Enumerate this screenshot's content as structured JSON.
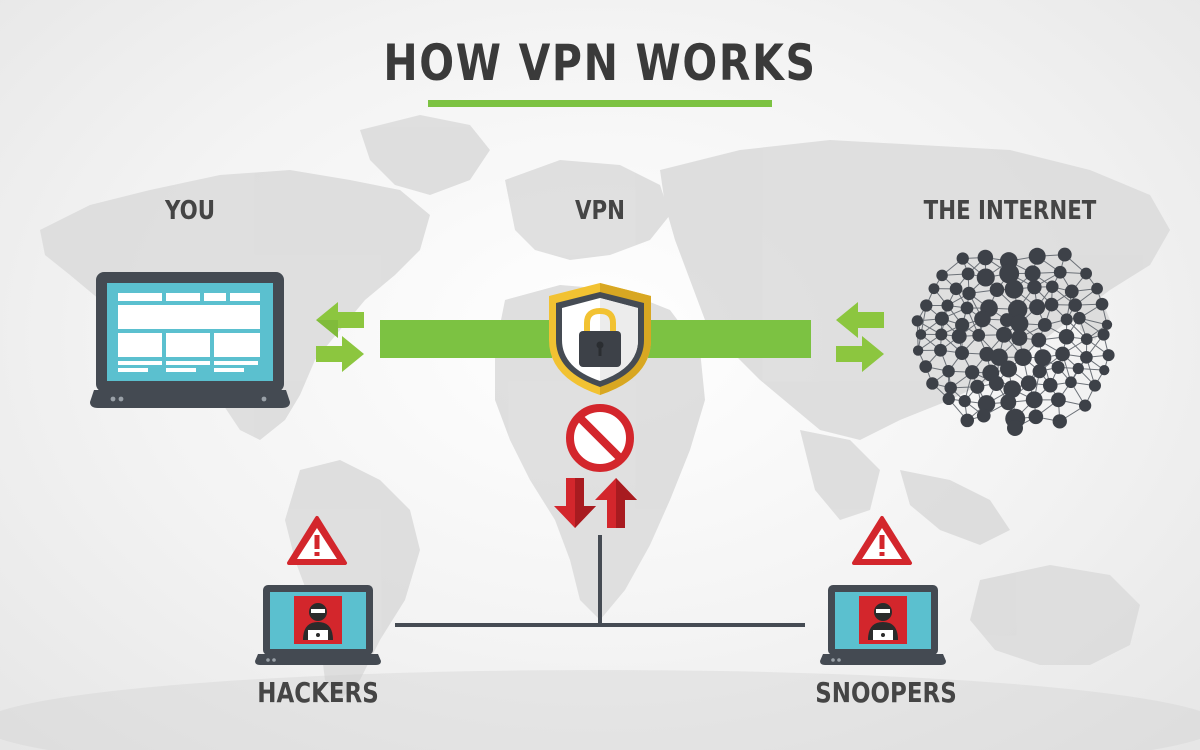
{
  "title": "HOW VPN WORKS",
  "nodes": {
    "you": "YOU",
    "vpn": "VPN",
    "internet": "THE INTERNET",
    "hackers": "HACKERS",
    "snoopers": "SNOOPERS"
  },
  "colors": {
    "accent_green": "#7cc242",
    "arrow_green": "#8cc63f",
    "screen_blue": "#5bc0cf",
    "laptop_dark": "#444a52",
    "alert_red": "#d3262c",
    "shield_gold": "#f2c232",
    "map_gray": "#d9d9d9",
    "node_dark": "#3d4148"
  }
}
